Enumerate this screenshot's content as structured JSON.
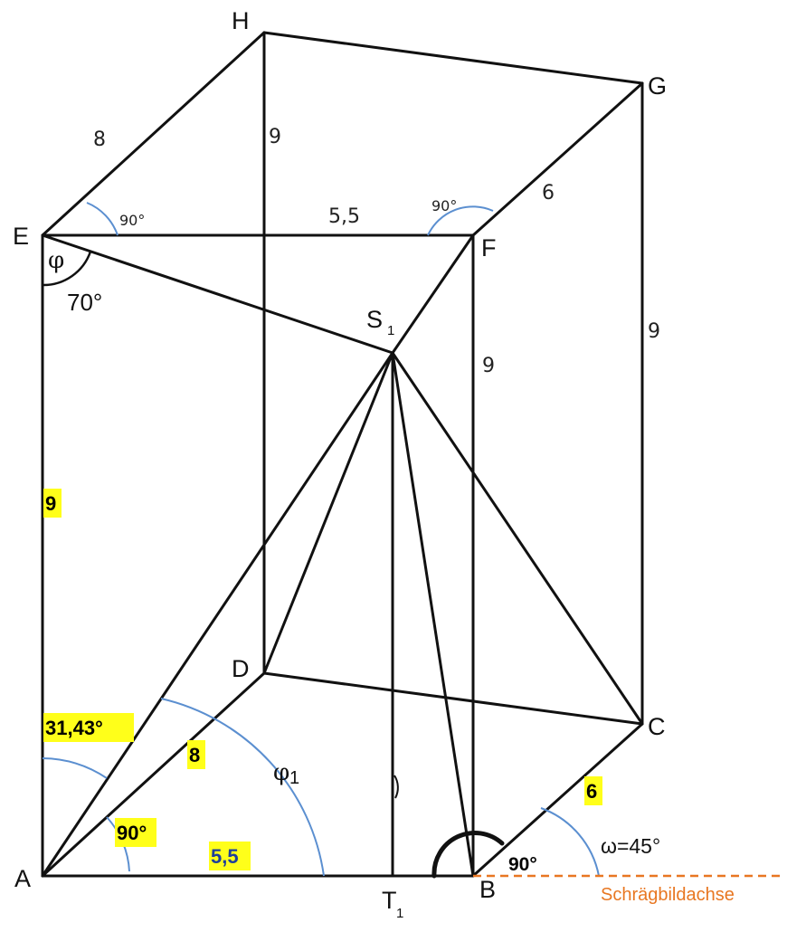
{
  "vertices": {
    "A": "A",
    "B": "B",
    "C": "C",
    "D": "D",
    "E": "E",
    "F": "F",
    "G": "G",
    "H": "H",
    "S": "S",
    "S_sub": "1",
    "T": "T",
    "T_sub": "1"
  },
  "lengths": {
    "EH": "8",
    "DH": "9",
    "EF": "5,5",
    "FG": "6",
    "CG": "9",
    "BF": "9",
    "AE": "9",
    "AD": "8",
    "AB": "5,5",
    "BC": "6"
  },
  "angles": {
    "E_top": "90°",
    "F_top": "90°",
    "phi_symbol": "φ",
    "E_70": "70°",
    "A_bottom": "31,43°",
    "A_mid": "90°",
    "phi1_symbol": "φ",
    "phi1_sub": "1",
    "B_right": "90°",
    "omega": "ω=45°"
  },
  "axis_label": "Schrägbildachse"
}
